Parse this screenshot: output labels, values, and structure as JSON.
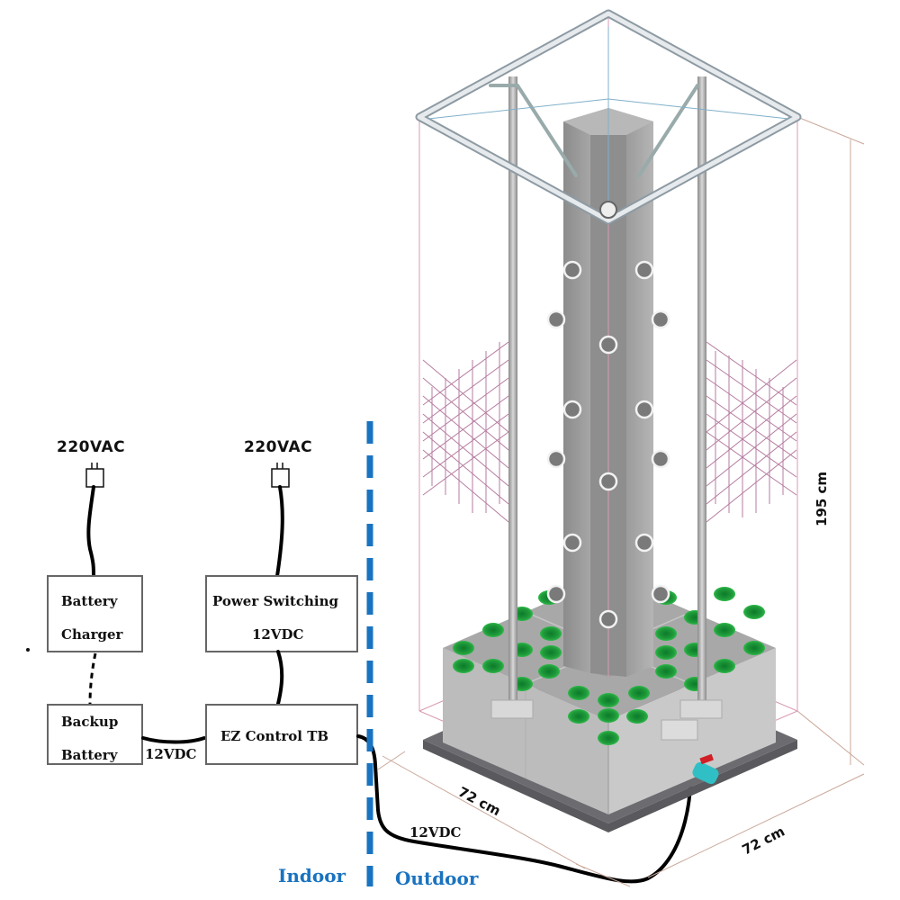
{
  "diagram": {
    "title": "",
    "colors": {
      "zone_divider": "#1a73c0",
      "cable": "#000000",
      "box_border": "#666666",
      "tower_gray": "#9a9a9a",
      "net_pots": "#1f9a3a",
      "valve_body": "#2fbfc4",
      "valve_handle": "#d01f26",
      "frame_lines": "#d89ab4"
    },
    "power_sources": [
      {
        "id": "plug-left",
        "label": "220VAC",
        "icon": "plug-icon"
      },
      {
        "id": "plug-right",
        "label": "220VAC",
        "icon": "plug-icon"
      }
    ],
    "components": {
      "battery_charger": {
        "line1": "Battery",
        "line2": "Charger"
      },
      "power_switching": {
        "line1": "Power Switching",
        "line2": "12VDC"
      },
      "backup_battery": {
        "line1": "Backup",
        "line2": "Battery"
      },
      "ez_control": {
        "label": "EZ Control TB"
      }
    },
    "connections": [
      {
        "from": "plug-left",
        "to": "battery_charger",
        "style": "solid"
      },
      {
        "from": "plug-right",
        "to": "power_switching",
        "style": "solid"
      },
      {
        "from": "battery_charger",
        "to": "backup_battery",
        "style": "dashed"
      },
      {
        "from": "power_switching",
        "to": "ez_control",
        "style": "solid"
      },
      {
        "from": "backup_battery",
        "to": "ez_control",
        "style": "solid",
        "label": "12VDC"
      },
      {
        "from": "ez_control",
        "to": "tower_pump",
        "style": "solid",
        "label": "12VDC"
      }
    ],
    "link_labels": {
      "battery_link": "12VDC",
      "tower_link": "12VDC"
    },
    "zones": {
      "indoor": "Indoor",
      "outdoor": "Outdoor"
    },
    "dimensions": {
      "height": "195 cm",
      "width_left": "72 cm",
      "width_right": "72 cm"
    },
    "tower": {
      "name": "vertical hydroponic tower",
      "reservoir_net_pots": 32,
      "parts": [
        "top frame",
        "center column",
        "support poles",
        "trellis nets",
        "reservoir base",
        "drain valve"
      ]
    }
  }
}
